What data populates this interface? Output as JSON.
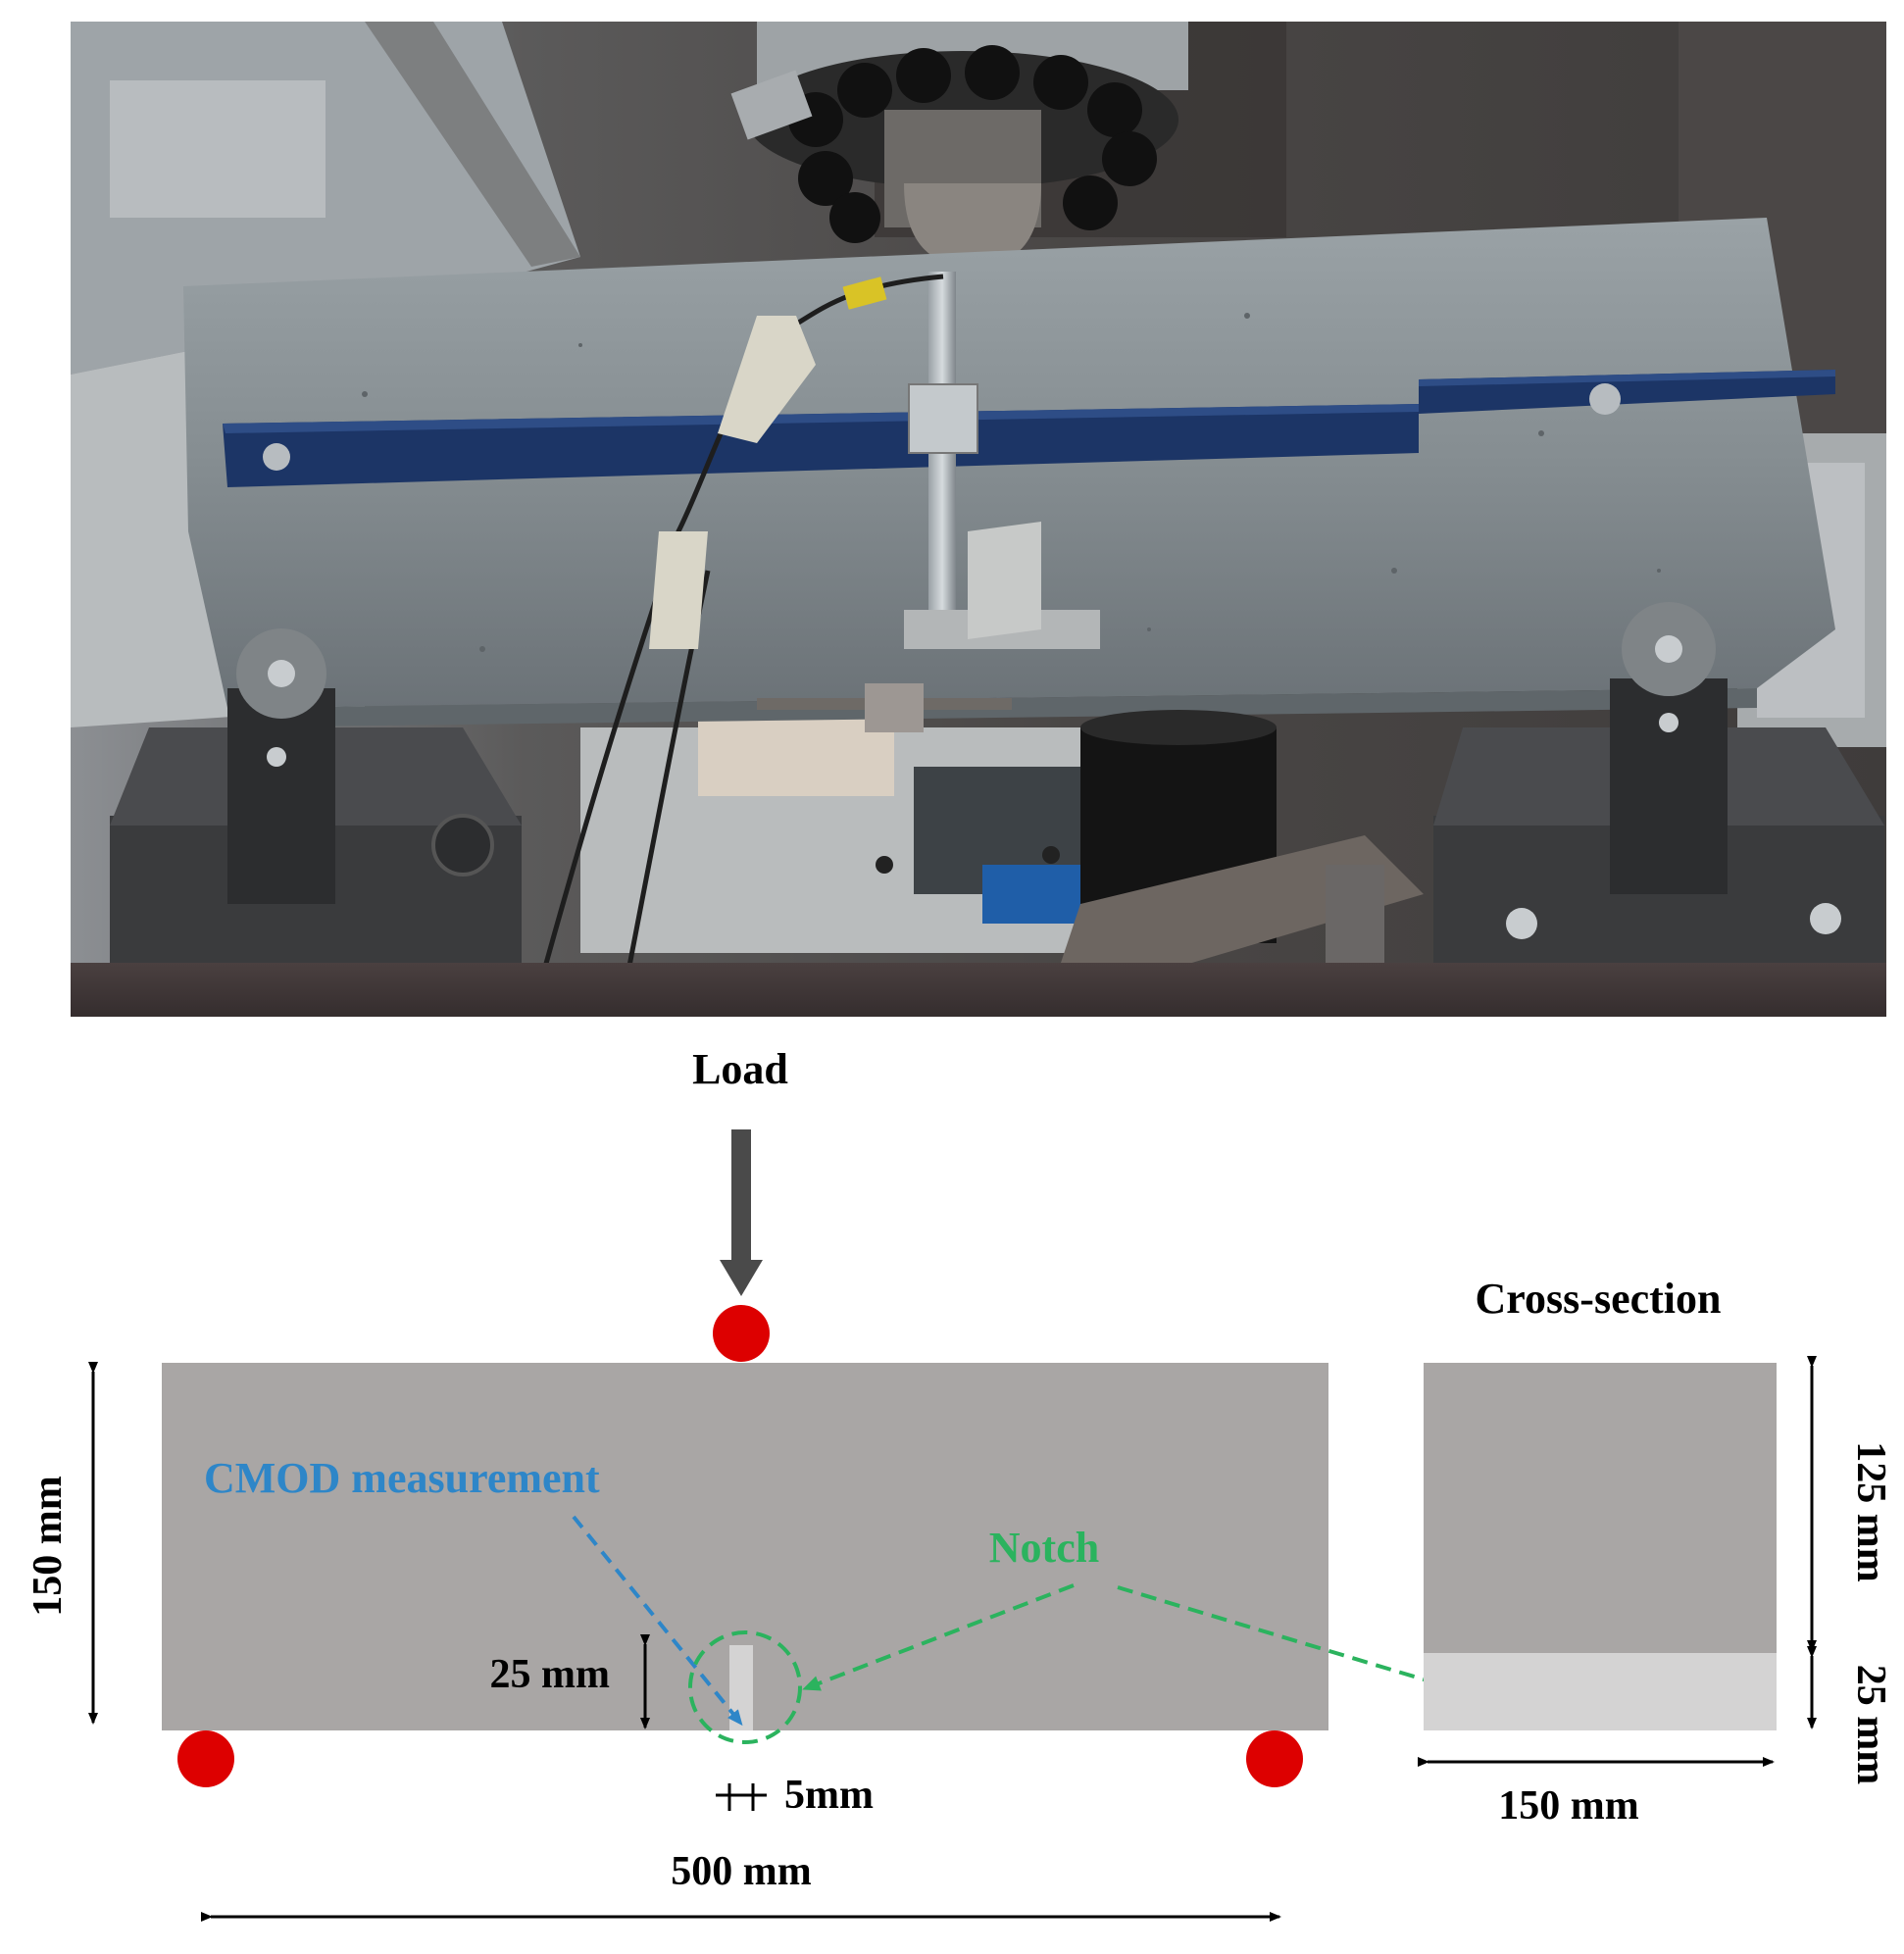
{
  "photo": {
    "description_icon": "test-setup-photo"
  },
  "diagram": {
    "load_label": "Load",
    "cross_section_title": "Cross-section",
    "cmod_label": "CMOD measurement",
    "notch_label": "Notch",
    "beam_height_label": "150 mm",
    "notch_depth_label": "25 mm",
    "notch_width_label": "5mm",
    "span_label": "500 mm",
    "cs_upper_label": "125 mm",
    "cs_lower_label": "25 mm",
    "cs_width_label": "150 mm"
  },
  "colors": {
    "beam": "#a9a6a5",
    "notch_fill": "#d4d3d3",
    "support": "#dd0000",
    "cmod": "#2e86c8",
    "notch": "#2bb35e",
    "arrow": "#4a4a4a"
  }
}
